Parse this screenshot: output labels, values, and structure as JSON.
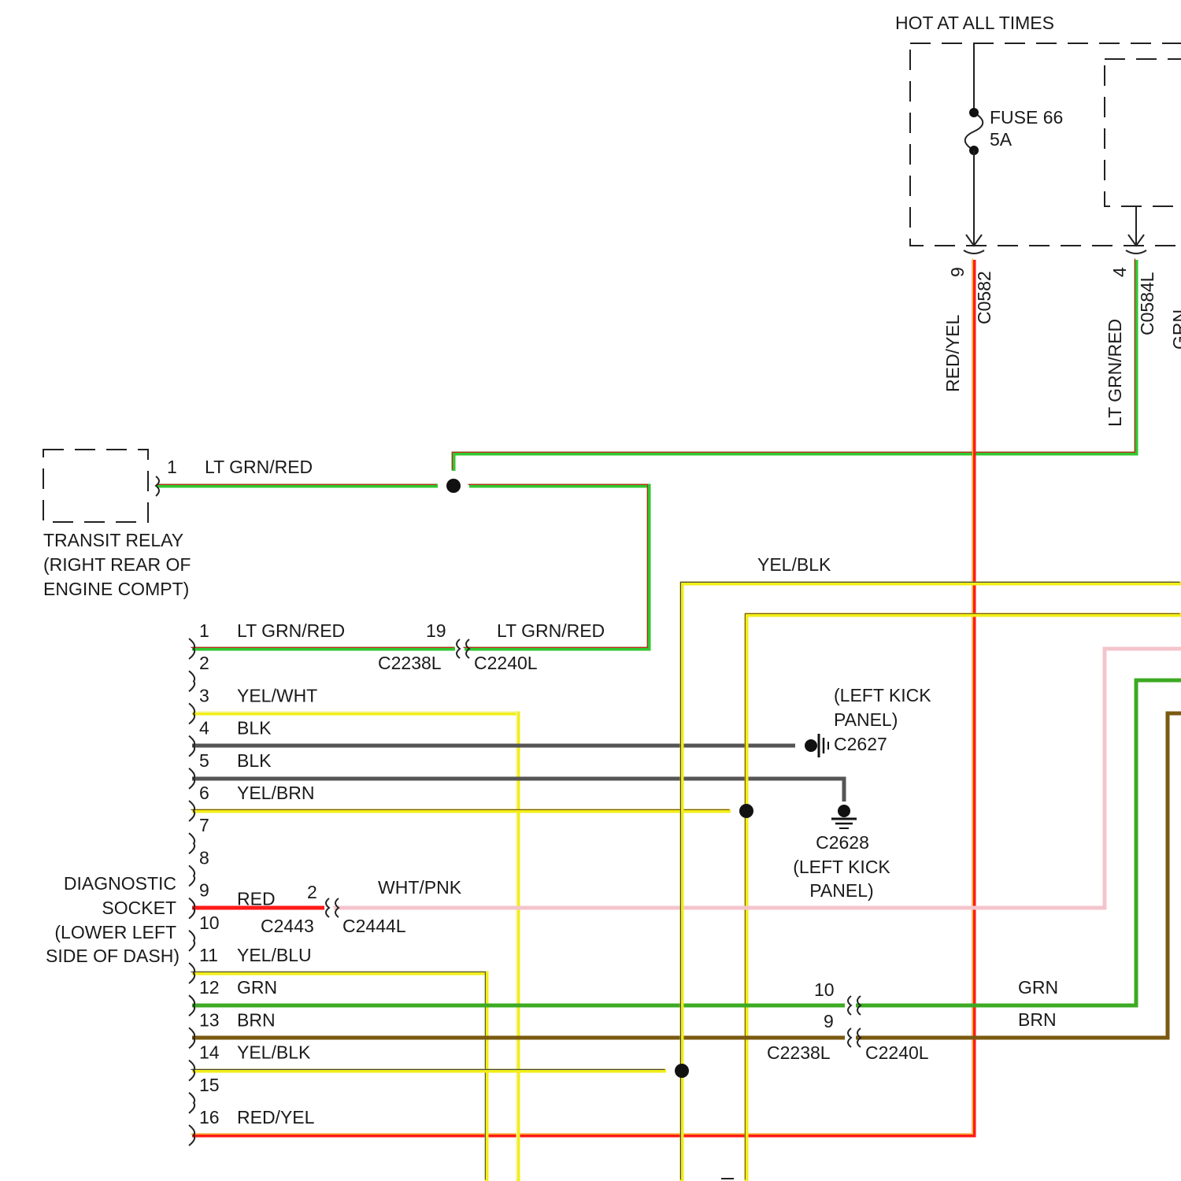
{
  "colors": {
    "lt_grn_red": "#2fc82f",
    "red_tracer": "#cc2020",
    "yel": "#f2ee18",
    "yel_blk_tracer": "#444444",
    "yel_wht_tracer": "#f4f4c0",
    "blk": "#555555",
    "red": "#ff1a1a",
    "red_yel_tracer": "#f2c418",
    "wht_pnk": "#f4c4cc",
    "grn": "#3caa22",
    "brn": "#7a5a10"
  },
  "power": {
    "hot_label": "HOT AT ALL TIMES",
    "fuse_name": "FUSE 66",
    "fuse_rating": "5A",
    "pin_9": "9",
    "conn_c0582": "C0582",
    "wire_red_yel": "RED/YEL",
    "pin_4": "4",
    "conn_c0584l": "C0584L",
    "wire_lt_grn_red": "LT GRN/RED",
    "wire_grn_partial": "GRN"
  },
  "transit_relay": {
    "pin": "1",
    "wire": "LT GRN/RED",
    "line1": "TRANSIT RELAY",
    "line2": "(RIGHT REAR OF",
    "line3": "ENGINE COMPT)"
  },
  "diag_socket": {
    "line1": "DIAGNOSTIC",
    "line2": "SOCKET",
    "line3": "(LOWER LEFT",
    "line4": "SIDE OF DASH)",
    "pins": [
      {
        "num": "1",
        "wire": "LT GRN/RED"
      },
      {
        "num": "2",
        "wire": ""
      },
      {
        "num": "3",
        "wire": "YEL/WHT"
      },
      {
        "num": "4",
        "wire": "BLK"
      },
      {
        "num": "5",
        "wire": "BLK"
      },
      {
        "num": "6",
        "wire": "YEL/BRN"
      },
      {
        "num": "7",
        "wire": ""
      },
      {
        "num": "8",
        "wire": ""
      },
      {
        "num": "9",
        "wire": "RED"
      },
      {
        "num": "10",
        "wire": ""
      },
      {
        "num": "11",
        "wire": "YEL/BLU"
      },
      {
        "num": "12",
        "wire": "GRN"
      },
      {
        "num": "13",
        "wire": "BRN"
      },
      {
        "num": "14",
        "wire": "YEL/BLK"
      },
      {
        "num": "15",
        "wire": ""
      },
      {
        "num": "16",
        "wire": "RED/YEL"
      }
    ]
  },
  "connectors": {
    "c2238l": "C2238L",
    "c2240l": "C2240L",
    "pin_19": "19",
    "wire_lt_grn_red_right": "LT GRN/RED",
    "c2443": "C2443",
    "c2444l": "C2444L",
    "pin_2": "2",
    "wire_wht_pnk": "WHT/PNK",
    "pin_10": "10",
    "pin_9": "9",
    "wire_grn": "GRN",
    "wire_brn": "BRN",
    "c2238l_lower": "C2238L",
    "c2240l_lower": "C2240L"
  },
  "grounds": {
    "g1_line1": "(LEFT KICK",
    "g1_line2": "PANEL)",
    "g1_id": "C2627",
    "g2_id": "C2628",
    "g2_line1": "(LEFT KICK",
    "g2_line2": "PANEL)"
  },
  "top_wire": {
    "yel_blk": "YEL/BLK"
  }
}
